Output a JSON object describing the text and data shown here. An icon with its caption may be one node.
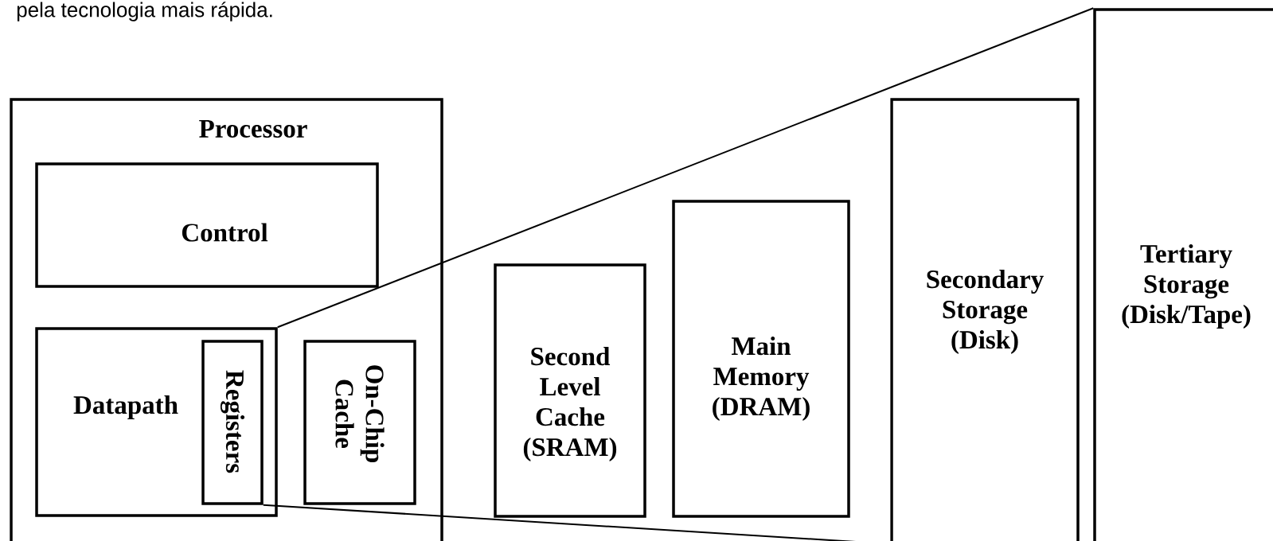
{
  "diagram": {
    "nodes": [
      {
        "text": [
          "Processor"
        ]
      },
      {
        "text": [
          "Control"
        ],
        "in": 0
      },
      {
        "text": [
          "Datapath"
        ],
        "in": 0
      },
      {
        "text": [
          "Registers"
        ],
        "in": 2
      },
      {
        "text": [
          "On-Chip Cache"
        ],
        "in": 0
      },
      {
        "text": [
          "Second Level Cache (SRAM)"
        ]
      },
      {
        "text": [
          "Main Memory (DRAM)"
        ]
      },
      {
        "text": [
          "Secondary Storage (Disk)"
        ]
      },
      {
        "text": [
          "Tertiary Storage (Disk/Tape)"
        ]
      }
    ],
    "edges": [
      {
        "from": 2,
        "to": 8,
        "arrow": "none"
      },
      {
        "from": 3,
        "to": null,
        "arrow": "none"
      }
    ],
    "labels": [
      "pela tecnologia mais rápida."
    ]
  }
}
